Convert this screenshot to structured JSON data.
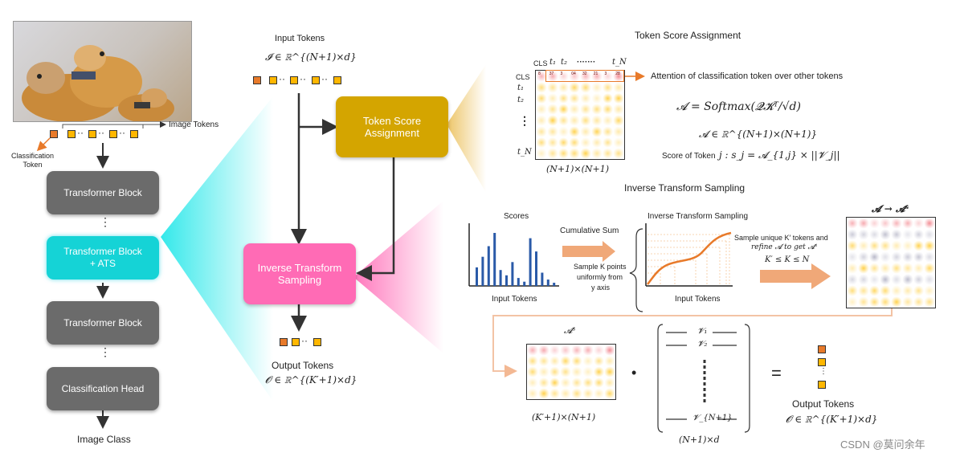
{
  "left_panel": {
    "image_tokens_label": "Image Tokens",
    "classification_token_label": "Classification\nToken",
    "blocks": [
      "Transformer Block",
      "Transformer Block\n+ ATS",
      "Transformer Block",
      "Classification Head"
    ],
    "output_label": "Image Class",
    "dog_image_desc": "photo of golden retrievers"
  },
  "middle_panel": {
    "input_tokens_label": "Input Tokens",
    "input_formula": "𝓘 ∈ ℝ^{(N+1)×d}",
    "token_score_block": "Token Score\nAssignment",
    "inverse_block": "Inverse Transform\nSampling",
    "output_tokens_label": "Output Tokens",
    "output_formula": "𝓞 ∈ ℝ^{(K′+1)×d}"
  },
  "token_score_section": {
    "title": "Token Score Assignment",
    "matrix_top_labels": [
      "CLS",
      "t₁",
      "t₂",
      "·······",
      "t_N"
    ],
    "matrix_side_labels": [
      "CLS",
      "t₁",
      "t₂",
      "⋮",
      "t_N"
    ],
    "matrix_caption": "(N+1)×(N+1)",
    "attention_note": "Attention of classification token over other tokens",
    "eq1": "𝓐 = Softmax(𝓠𝓚ᵀ/√d)",
    "eq2": "𝓐 ∈ ℝ^{(N+1)×(N+1)}",
    "score_label": "Score of Token",
    "score_eq": "j :  s_j = 𝓐_{1,j} × ||𝓥_j||",
    "cls_row_values": [
      "8",
      "37",
      "3",
      "04",
      "32",
      "21",
      "3",
      "28"
    ]
  },
  "inverse_section": {
    "title": "Inverse Transform Sampling",
    "scores_label": "Scores",
    "input_tokens_x": "Input Tokens",
    "cumsum_label": "Cumulative Sum",
    "sample_text": [
      "Sample K points",
      "uniformly from",
      "y axis"
    ],
    "its_plot_title": "Inverse Transform Sampling",
    "its_plot_x": "Input Tokens",
    "sample_unique": [
      "Sample unique K′ tokens and",
      "refine 𝓐  to get  𝓐ˢ"
    ],
    "constraint": "K′ ≤ K ≤ N",
    "a_to_as": "𝓐 → 𝓐ˢ",
    "as_label": "𝓐ˢ",
    "as_caption": "(K′+1)×(N+1)",
    "dot": "•",
    "v_labels": [
      "𝓥₁",
      "𝓥₂",
      "𝓥_{N+1}"
    ],
    "v_caption": "(N+1)×d",
    "equals": "=",
    "output_tokens_label": "Output Tokens",
    "output_formula": "𝓞 ∈ ℝ^{(K′+1)×d}",
    "bar_heights": [
      0.35,
      0.55,
      0.75,
      1.0,
      0.3,
      0.2,
      0.45,
      0.15,
      0.08,
      0.9,
      0.65,
      0.25,
      0.12,
      0.06
    ]
  },
  "watermark": "CSDN @莫问余年",
  "colors": {
    "gray_block": "#6b6b6b",
    "cyan_block": "#15d3d6",
    "gold_block": "#d4a500",
    "pink_block": "#ff6bb5",
    "orange_token": "#e87a2a",
    "yellow_token": "#ffb700",
    "bar_blue": "#2a5aa8",
    "curve_orange": "#e87a2a"
  }
}
